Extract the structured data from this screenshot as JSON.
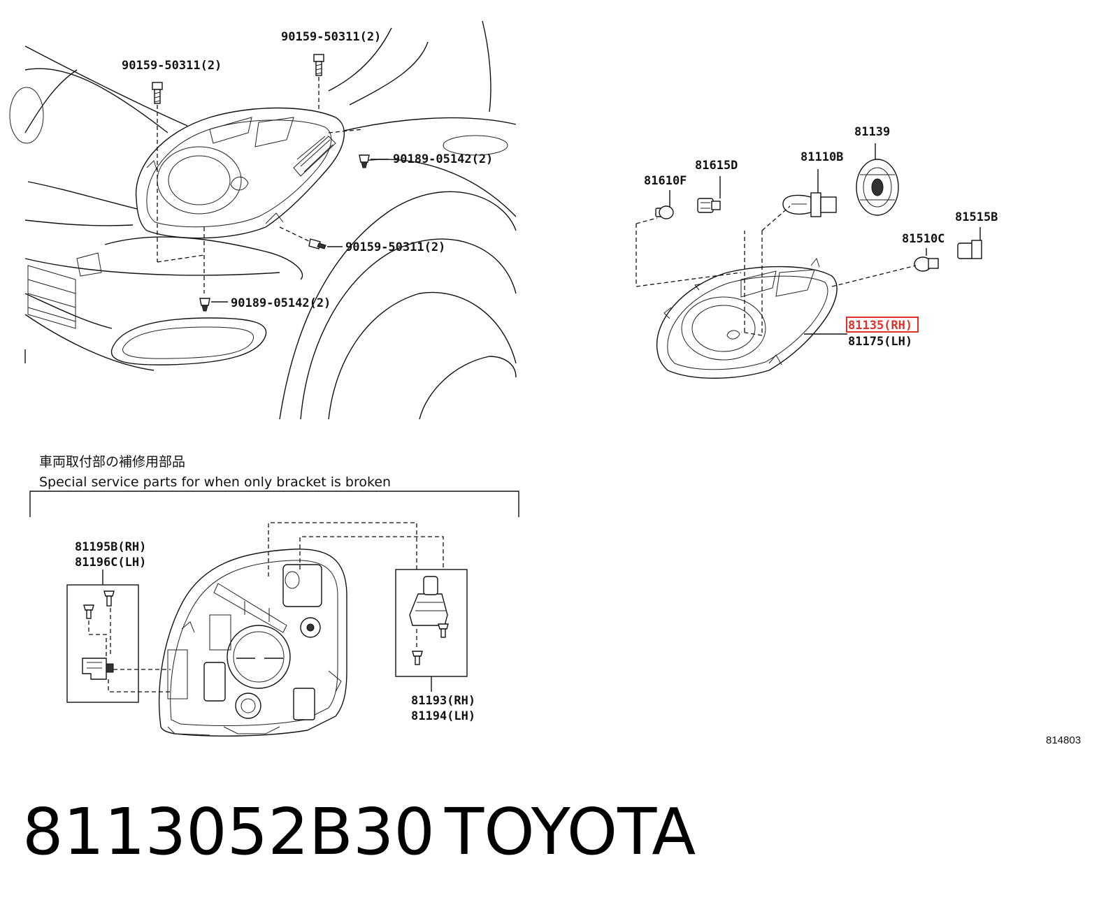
{
  "labels": {
    "bolt_top_center": "90159-50311(2)",
    "bolt_top_left": "90159-50311(2)",
    "clip_right": "90189-05142(2)",
    "bolt_lower_right": "90159-50311(2)",
    "clip_lower": "90189-05142(2)",
    "socket_81610F": "81610F",
    "bulb_81615D": "81615D",
    "bulb_81110B": "81110B",
    "cover_81139": "81139",
    "bulb_81515B": "81515B",
    "socket_81510C": "81510C",
    "headlamp_rh": "81135(RH)",
    "headlamp_lh": "81175(LH)",
    "bracket_kit_rh": "81195B(RH)",
    "bracket_kit_lh": "81196C(LH)",
    "bracket_rh": "81193(RH)",
    "bracket_lh": "81194(LH)"
  },
  "service_note": {
    "japanese": "車両取付部の補修用部品",
    "english": "Special service parts for when only bracket is broken"
  },
  "diagram_ref": "814803",
  "footer": {
    "part_number": "8113052B30",
    "brand": "TOYOTA"
  },
  "colors": {
    "highlight": "#e0302a"
  }
}
